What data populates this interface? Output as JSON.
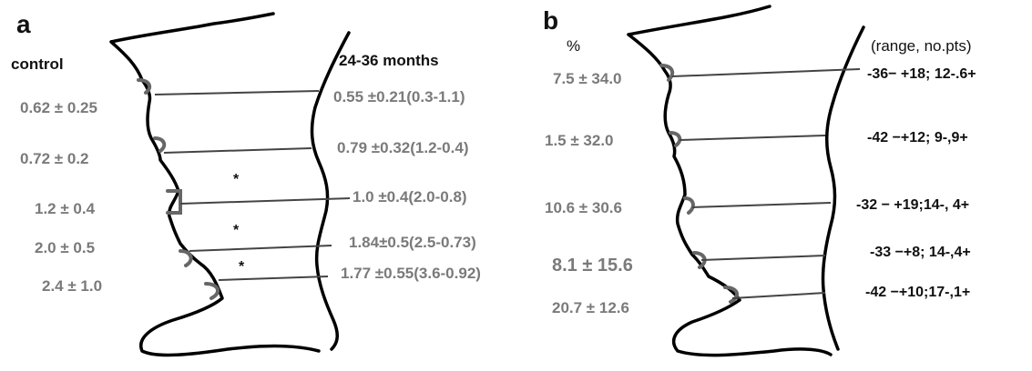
{
  "panel_a": {
    "letter": "a",
    "left_header": "control",
    "right_header": "24-36 months",
    "left_values": [
      "0.62 ±  0.25",
      "0.72 ±  0.2",
      "1.2 ± 0.4",
      "2.0 ± 0.5",
      "2.4 ± 1.0"
    ],
    "right_values": [
      "0.55 ±0.21(0.3-1.1)",
      "0.79 ±0.32(1.2-0.4)",
      "1.0 ±0.4(2.0-0.8)",
      "1.84±0.5(2.5-0.73)",
      "1.77 ±0.55(3.6-0.92)"
    ],
    "significance_marks": [
      "*",
      "*",
      "*"
    ]
  },
  "panel_b": {
    "letter": "b",
    "left_header": "%",
    "right_header": "(range, no.pts)",
    "left_values": [
      "7.5 ± 34.0",
      "1.5 ± 32.0",
      "10.6 ± 30.6",
      "8.1 ± 15.6",
      "20.7 ± 12.6"
    ],
    "right_values": [
      "-36− +18; 12-.6+",
      "-42 −+12; 9-,9+",
      "-32 − +19;14-, 4+",
      "-33 −+8; 14-,4+",
      "-42 −+10;17-,1+"
    ]
  },
  "colors": {
    "outline": "#000000",
    "gray_text": "#7a7a7a",
    "dark_text": "#111111",
    "marker": "#666666"
  }
}
